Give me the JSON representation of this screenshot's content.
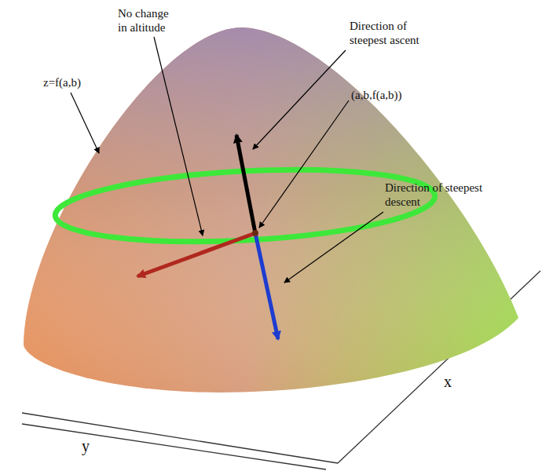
{
  "diagram": {
    "labels": [
      "No change in altitude",
      "z=f(a,b)",
      "Direction of steepest ascent",
      "(a,b,f(a,b))",
      "Direction of steepest descent",
      "x",
      "y"
    ]
  }
}
